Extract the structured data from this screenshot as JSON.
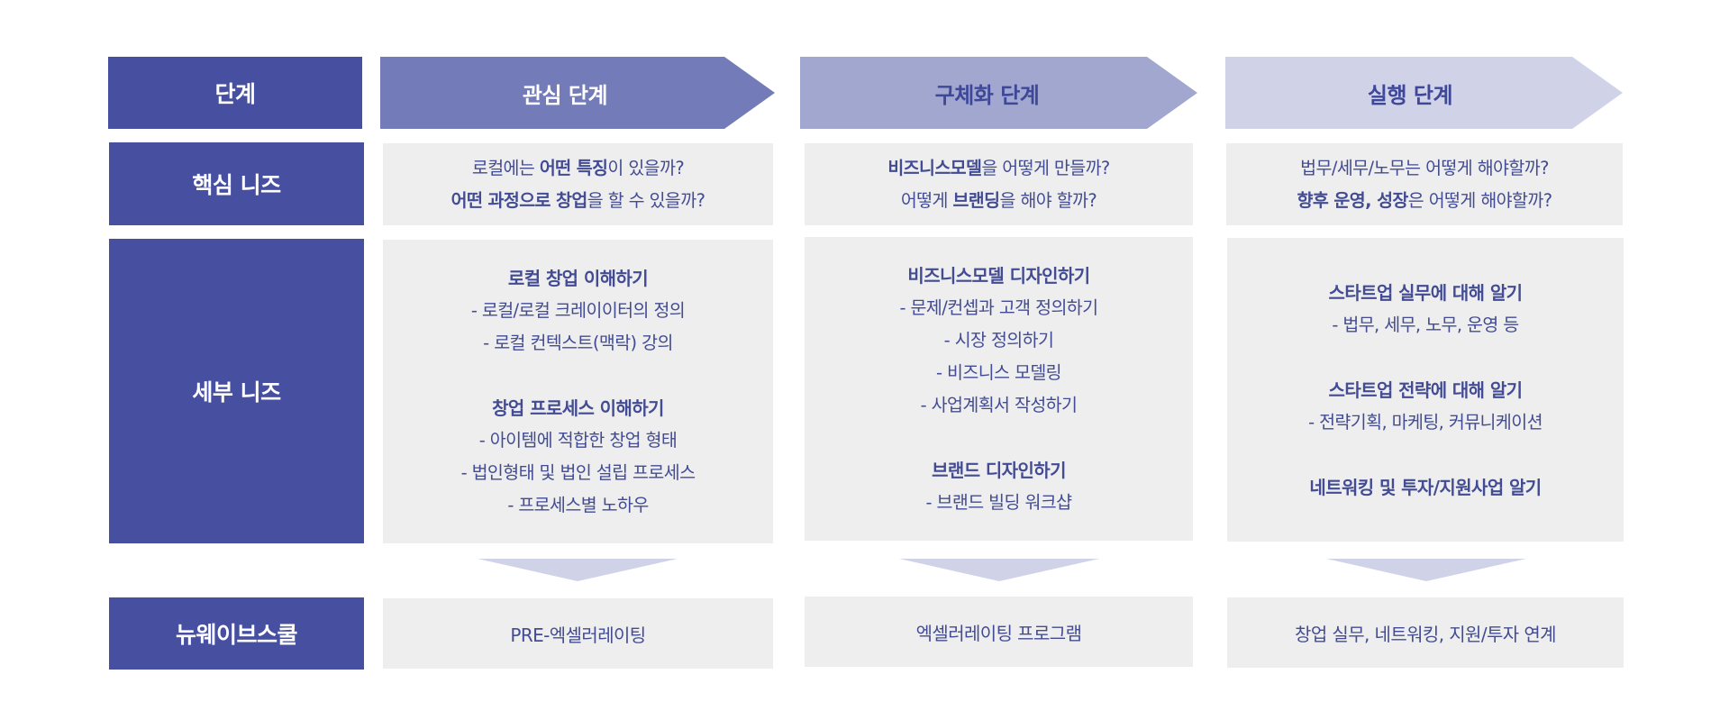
{
  "colors": {
    "label_bg": "#4750A0",
    "stage1_bg": "#737BB8",
    "stage2_bg": "#A1A7CF",
    "stage3_bg": "#D0D3E8",
    "cell_bg": "#EEEEEF",
    "text_navy": "#434C93",
    "down_arrow": "#D0D3E8"
  },
  "row_labels": {
    "stage": "단계",
    "core_needs": "핵심 니즈",
    "detail_needs": "세부 니즈",
    "program": "뉴웨이브스쿨"
  },
  "stages": [
    {
      "name": "관심 단계",
      "core_needs": [
        [
          {
            "t": "로컬에는 ",
            "b": false
          },
          {
            "t": "어떤 특징",
            "b": true
          },
          {
            "t": "이 있을까?",
            "b": false
          }
        ],
        [
          {
            "t": "어떤 과정으로 창업",
            "b": true
          },
          {
            "t": "을 할 수 있을까?",
            "b": false
          }
        ]
      ],
      "detail_needs": [
        {
          "title": "로컬 창업 이해하기",
          "items": [
            "- 로컬/로컬 크레이이터의 정의",
            "- 로컬 컨텍스트(맥락) 강의"
          ]
        },
        {
          "title": "창업 프로세스 이해하기",
          "items": [
            "- 아이템에 적합한 창업 형태",
            "- 법인형태 및 법인 설립 프로세스",
            "- 프로세스별 노하우"
          ]
        }
      ],
      "program": "PRE-엑셀러레이팅"
    },
    {
      "name": "구체화 단계",
      "core_needs": [
        [
          {
            "t": "비즈니스모델",
            "b": true
          },
          {
            "t": "을 어떻게 만들까?",
            "b": false
          }
        ],
        [
          {
            "t": "어떻게 ",
            "b": false
          },
          {
            "t": "브랜딩",
            "b": true
          },
          {
            "t": "을 해야 할까?",
            "b": false
          }
        ]
      ],
      "detail_needs": [
        {
          "title": "비즈니스모델 디자인하기",
          "items": [
            "- 문제/컨셉과 고객 정의하기",
            "- 시장 정의하기",
            "- 비즈니스 모델링",
            "- 사업계획서 작성하기"
          ]
        },
        {
          "title": "브랜드 디자인하기",
          "items": [
            "- 브랜드 빌딩 워크샵"
          ]
        }
      ],
      "program": "엑셀러레이팅 프로그램"
    },
    {
      "name": "실행 단계",
      "core_needs": [
        [
          {
            "t": "법무/세무/노무는 어떻게 해야할까?",
            "b": false
          }
        ],
        [
          {
            "t": "향후 운영, 성장",
            "b": true
          },
          {
            "t": "은 어떻게 해야할까?",
            "b": false
          }
        ]
      ],
      "detail_needs": [
        {
          "title": "스타트업 실무에 대해 알기",
          "items": [
            "- 법무, 세무, 노무, 운영 등"
          ]
        },
        {
          "title": "스타트업 전략에 대해 알기",
          "items": [
            "- 전략기획, 마케팅, 커뮤니케이션"
          ]
        },
        {
          "title": "네트워킹 및 투자/지원사업 알기",
          "items": []
        }
      ],
      "program": "창업 실무, 네트워킹, 지원/투자 연계"
    }
  ]
}
